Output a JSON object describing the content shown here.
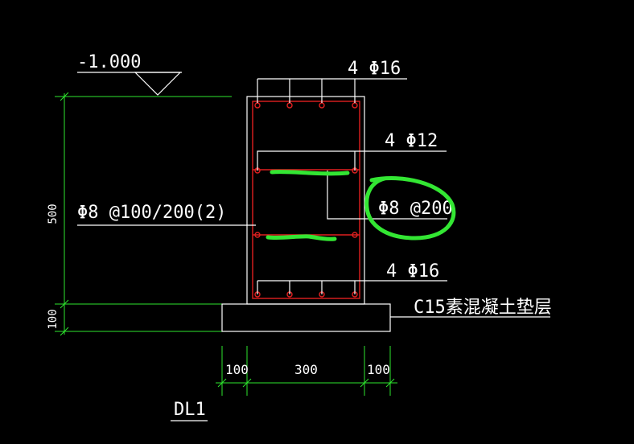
{
  "drawing": {
    "elevation": "-1.000",
    "top_bars": "4 Φ16",
    "side_bars": "4 Φ12",
    "stirrups": "Φ8 @100/200(2)",
    "tie_bars": "Φ8 @200",
    "bottom_bars": "4 Φ16",
    "cushion": "C15素混凝土垫层",
    "dim_height": "500",
    "dim_cushion": "100",
    "dim_left": "100",
    "dim_width": "300",
    "dim_right": "100",
    "title": "DL1"
  },
  "colors": {
    "background": "#000000",
    "lines": "#ffffff",
    "rebar": "#e02020",
    "dimension": "#2ee62e",
    "markup": "#33e633"
  }
}
